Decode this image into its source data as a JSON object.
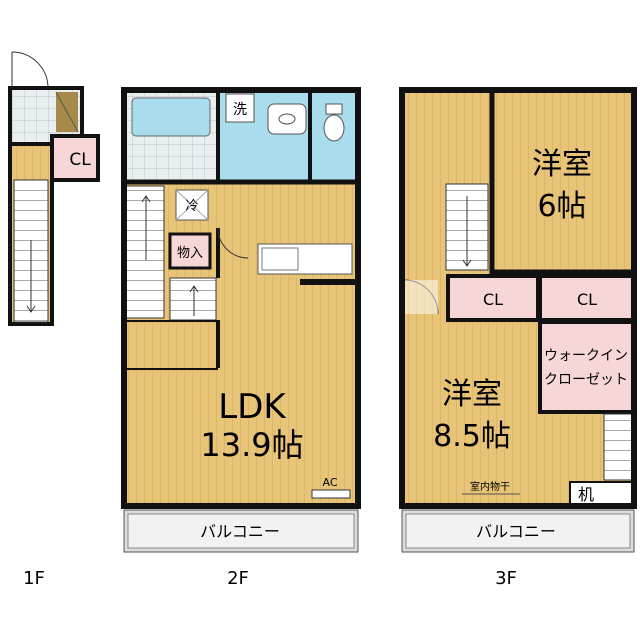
{
  "floors": {
    "f1": {
      "label": "1F",
      "closet": "CL"
    },
    "f2": {
      "label": "2F",
      "ldk_name": "LDK",
      "ldk_size": "13.9帖",
      "storage": "物入",
      "ac": "AC",
      "washer_mark": "洗",
      "fridge_mark": "冷",
      "balcony": "バルコニー"
    },
    "f3": {
      "label": "3F",
      "room_a_name": "洋室",
      "room_a_size": "6帖",
      "room_b_name": "洋室",
      "room_b_size": "8.5帖",
      "closet_a": "CL",
      "closet_b": "CL",
      "walkin_line1": "ウォークイン",
      "walkin_line2": "クローゼット",
      "indoor_dry": "室内物干",
      "desk": "机",
      "balcony": "バルコニー"
    }
  },
  "colors": {
    "wall": "#111111",
    "wood_floor": "#e8c479",
    "wood_line": "#d2a955",
    "wet_area": "#a9dcec",
    "tile": "#dfe6ea",
    "closet": "#f6d6d6",
    "balcony": "#dcdcdc",
    "dark_storage": "#a58a4a"
  }
}
